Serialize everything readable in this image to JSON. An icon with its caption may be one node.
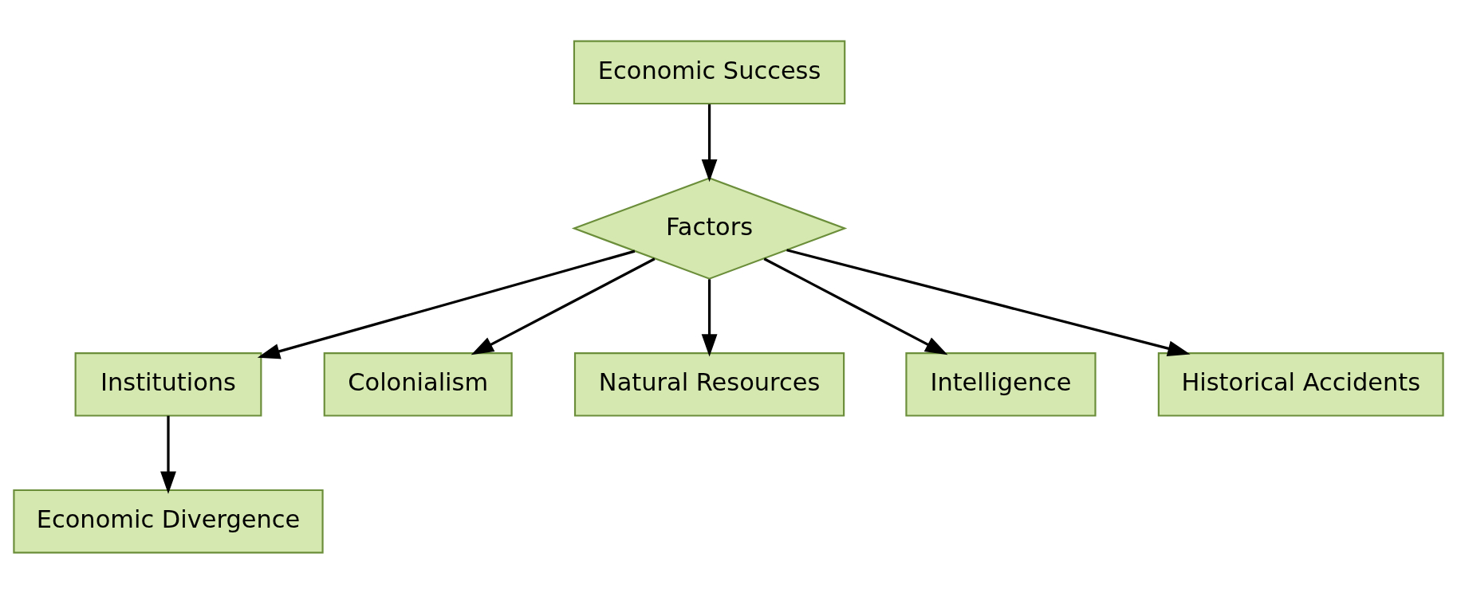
{
  "diagram": {
    "nodes": [
      {
        "text": [
          "Economic Success"
        ]
      },
      {
        "text": [
          "Factors"
        ]
      },
      {
        "text": [
          "Institutions"
        ]
      },
      {
        "text": [
          "Colonialism"
        ]
      },
      {
        "text": [
          "Natural Resources"
        ]
      },
      {
        "text": [
          "Intelligence"
        ]
      },
      {
        "text": [
          "Historical Accidents"
        ]
      },
      {
        "text": [
          "Economic Divergence"
        ]
      }
    ],
    "edges": [
      {
        "from": 0,
        "to": 1,
        "arrow": "to"
      },
      {
        "from": 1,
        "to": 2,
        "arrow": "to"
      },
      {
        "from": 1,
        "to": 3,
        "arrow": "to"
      },
      {
        "from": 1,
        "to": 4,
        "arrow": "to"
      },
      {
        "from": 1,
        "to": 5,
        "arrow": "to"
      },
      {
        "from": 1,
        "to": 6,
        "arrow": "to"
      },
      {
        "from": 2,
        "to": 7,
        "arrow": "to"
      }
    ]
  }
}
